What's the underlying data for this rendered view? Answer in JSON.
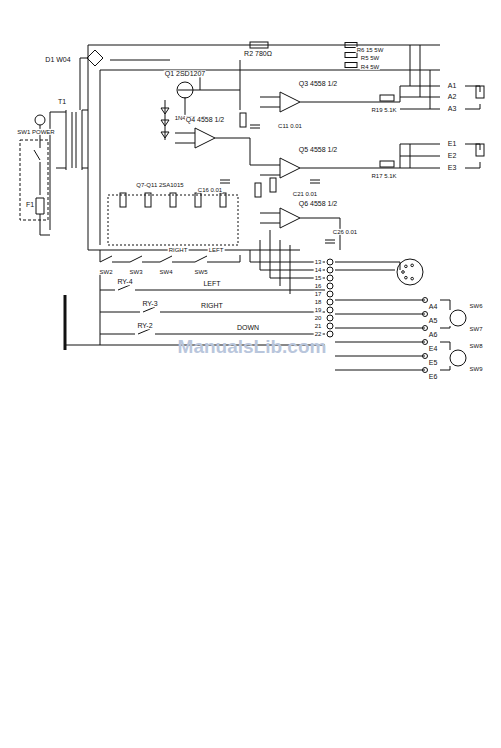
{
  "diagram": {
    "labels": [
      "R2 780Ω",
      "R6 15 5W",
      "R5 5W",
      "R4 5W",
      "D1 W04",
      "T1",
      "SW1 POWER",
      "F1",
      "Q1 2SD1207",
      "1N4002 x 3",
      "Q3 4558 1/2",
      "C11 0.01",
      "R19 5.1K",
      "Q4 4558 1/2",
      "C16 0.01",
      "Q5 4558 1/2",
      "R17 5.1K",
      "C21 0.01",
      "Q6 4558 1/2",
      "C26 0.01",
      "Q7-Q11 2SA1015",
      "A1",
      "A2",
      "A3",
      "E1",
      "E2",
      "E3",
      "SW2",
      "SW3",
      "SW4",
      "SW5",
      "RIGHT",
      "LEFT",
      "RY-4",
      "RY-3",
      "RY-2",
      "LEFT",
      "RIGHT",
      "DOWN",
      "13",
      "14",
      "15",
      "16",
      "17",
      "18",
      "19",
      "20",
      "21",
      "22",
      "A4",
      "A5",
      "A6",
      "E4",
      "E5",
      "E6",
      "SW6",
      "SW7",
      "SW8",
      "SW9",
      "ManualsLib.com"
    ]
  }
}
